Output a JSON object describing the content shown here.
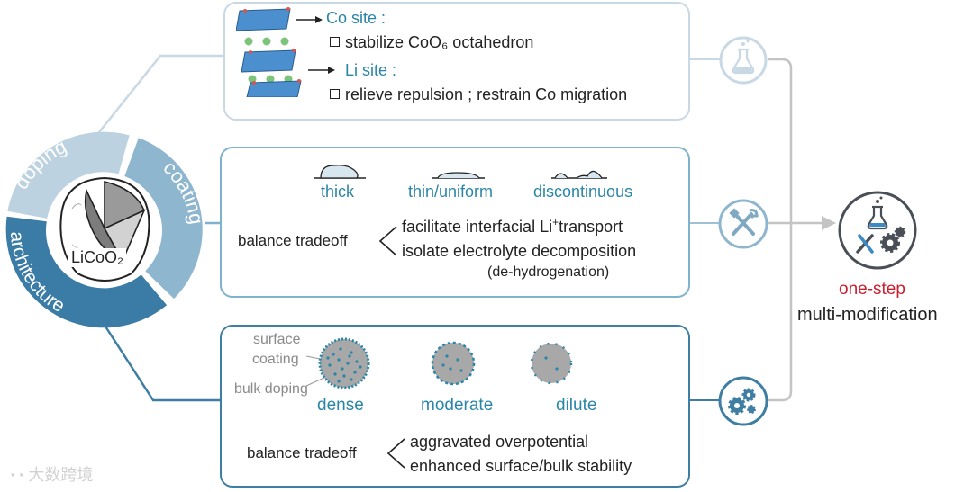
{
  "center": {
    "core_label": "LiCoO₂",
    "ring_labels": {
      "doping": "doping",
      "coating": "coating",
      "architecture": "architecture"
    }
  },
  "panel_doping": {
    "co_site_title": "Co site :",
    "co_site_effect": "stabilize CoO₆ octahedron",
    "li_site_title": "Li site :",
    "li_site_effect": "relieve repulsion ; restrain Co migration"
  },
  "panel_coating": {
    "types": [
      "thick",
      "thin/uniform",
      "discontinuous"
    ],
    "tradeoff_label": "balance tradeoff",
    "effect_1_pre": "facilitate interfacial Li",
    "effect_1_sup": "+",
    "effect_1_post": "transport",
    "effect_2": "isolate electrolyte decomposition",
    "effect_2_note": "(de-hydrogenation)"
  },
  "panel_architecture": {
    "label_surface": "surface",
    "label_coating": "coating",
    "label_bulk": "bulk doping",
    "types": [
      "dense",
      "moderate",
      "dilute"
    ],
    "tradeoff_label": "balance tradeoff",
    "effect_1": "aggravated overpotential",
    "effect_2": "enhanced surface/bulk stability"
  },
  "result": {
    "line_1": "one-step",
    "line_2": "multi-modification"
  },
  "watermark": "大数跨境",
  "colors": {
    "accent_teal": "#2a86a8",
    "ring_light": "#bcd2e0",
    "ring_mid": "#8fb6cf",
    "ring_dark": "#3a7ca5",
    "highlight_red": "#c8202f"
  }
}
